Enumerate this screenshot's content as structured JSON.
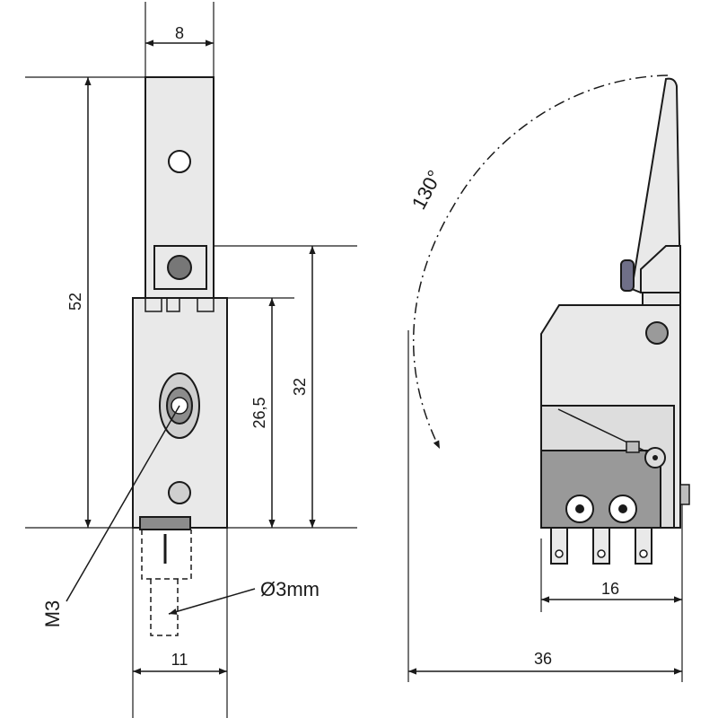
{
  "dimensions": {
    "width_top": "8",
    "height_total": "52",
    "height_32": "32",
    "height_26_5": "26,5",
    "width_bottom": "11",
    "thread": "M3",
    "hole_diameter": "Ø3mm",
    "angle": "130°",
    "width_16": "16",
    "width_36": "36"
  },
  "colors": {
    "line": "#1a1a1a",
    "body": "#e9e9e9",
    "dark_fill": "#8c8c8c",
    "micro_switch": "#999999",
    "screw_head": "#777777"
  }
}
